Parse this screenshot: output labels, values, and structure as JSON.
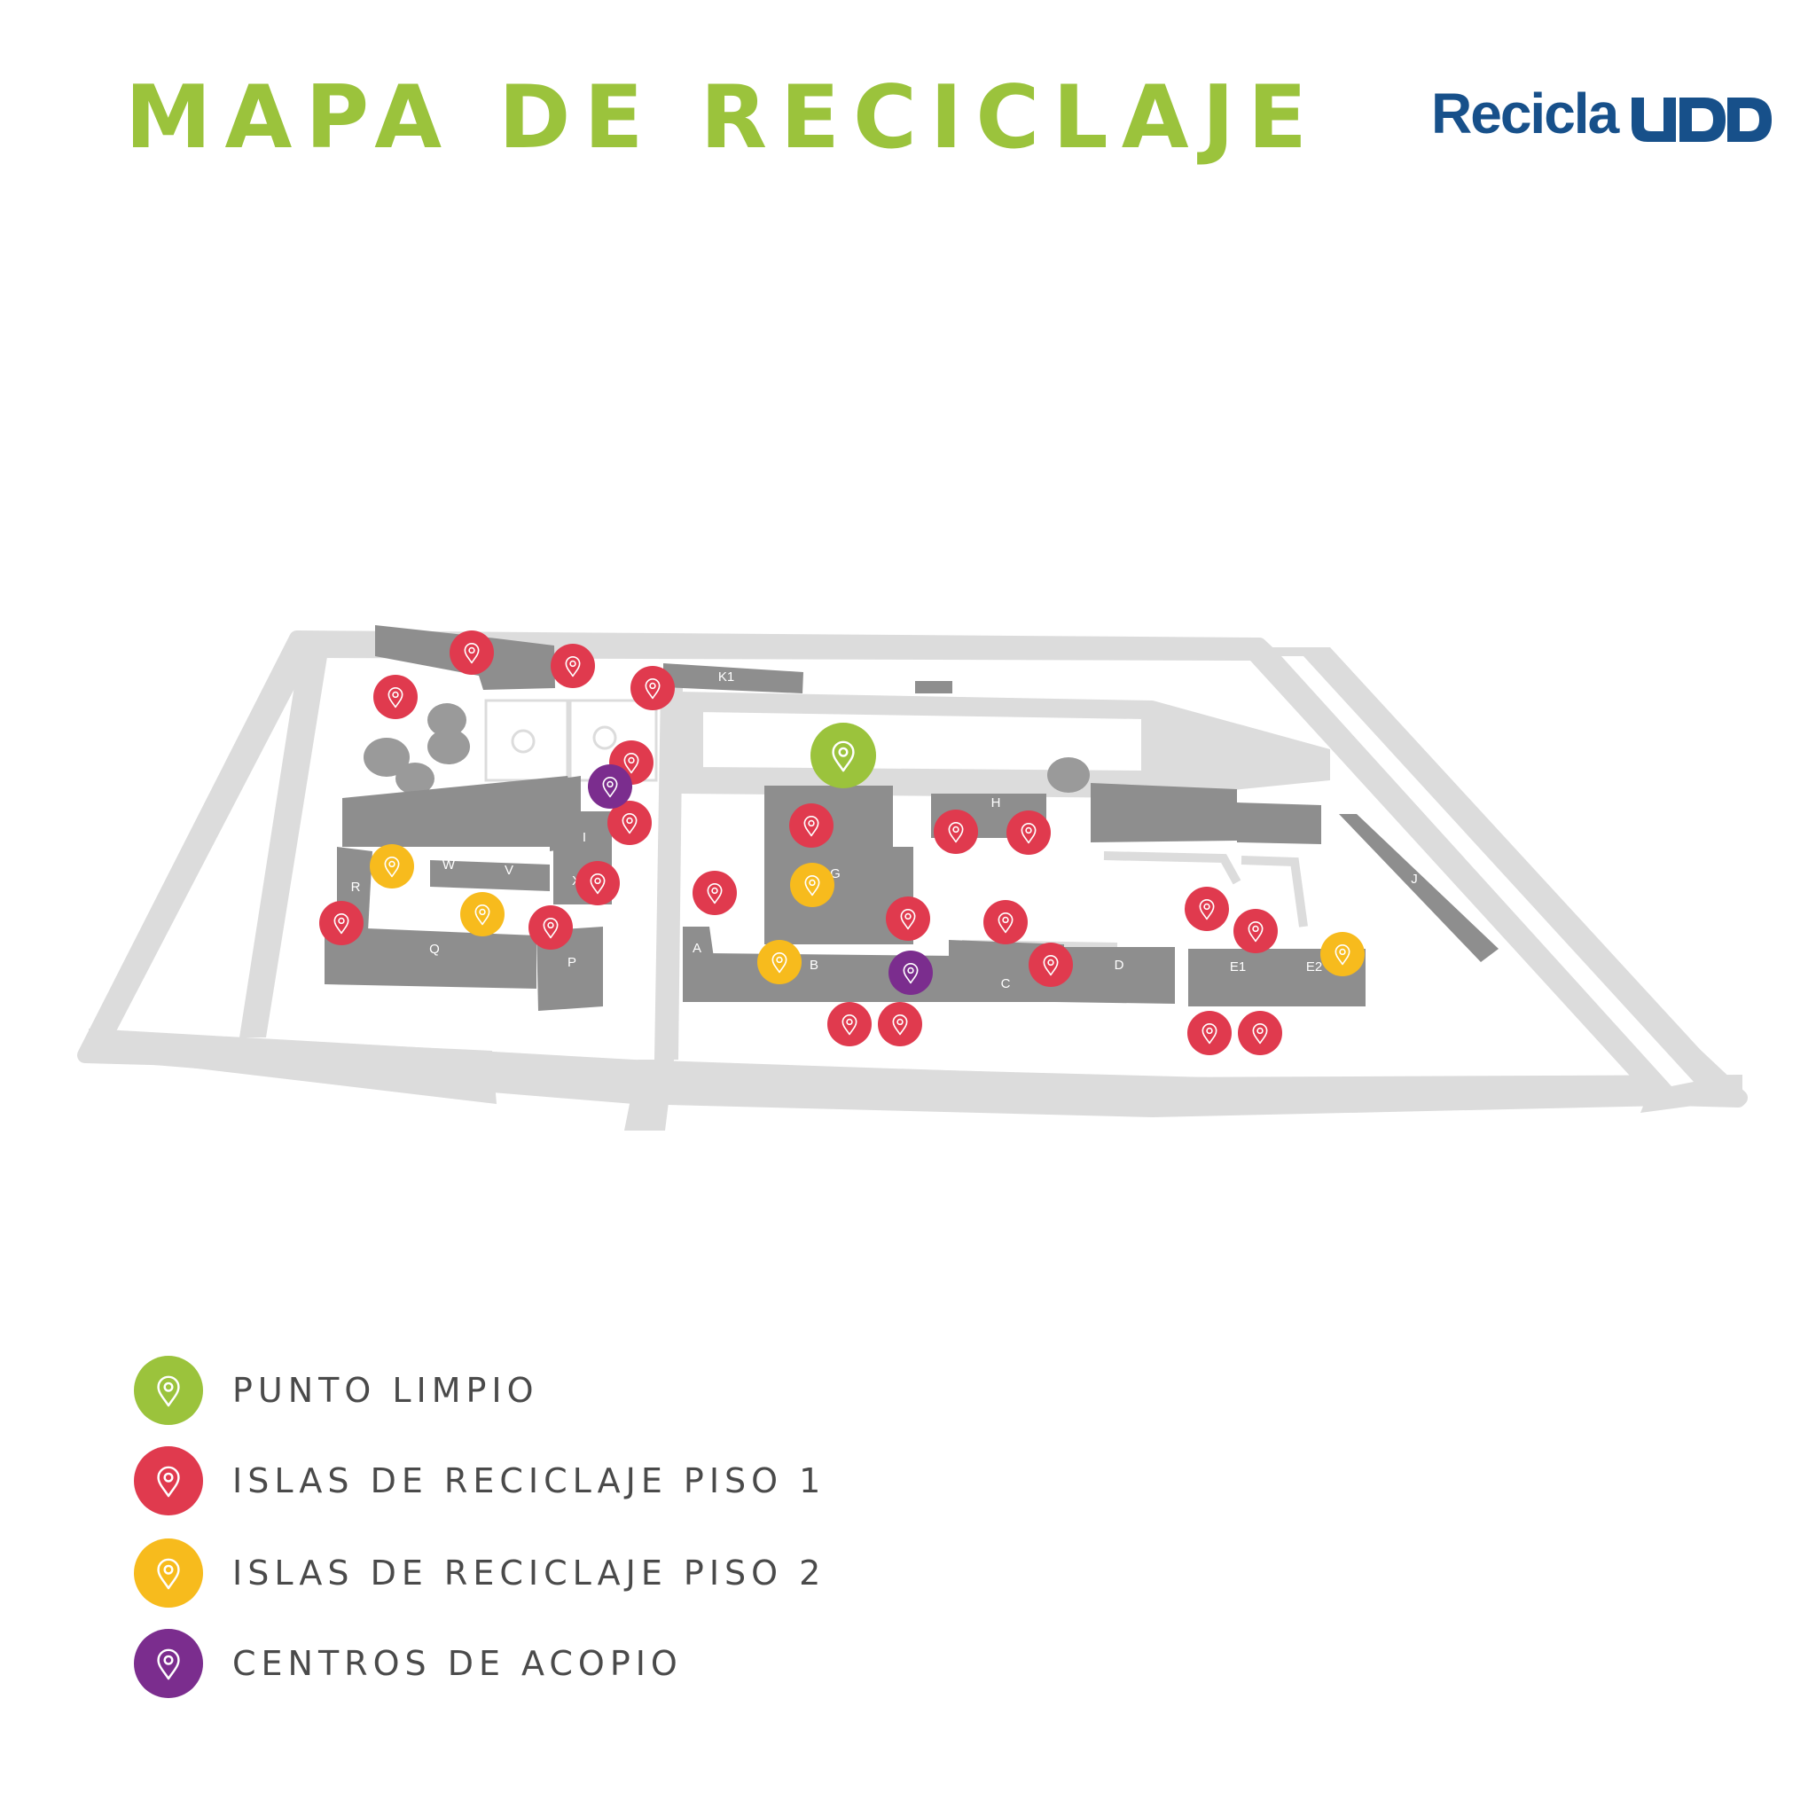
{
  "title": "MAPA DE RECICLAJE",
  "brand": {
    "text": "Recicla",
    "logo": "UDD"
  },
  "colors": {
    "title": "#9bc33c",
    "punto_limpio": "#9bc33c",
    "piso1": "#e03a4e",
    "piso2": "#f7bb1d",
    "acopio": "#7b2d8e",
    "building": "#8e8e8e",
    "path": "#dcdcdc",
    "brand": "#17508a"
  },
  "buildings": [
    "A",
    "B",
    "C",
    "D",
    "E1",
    "E2",
    "G",
    "H",
    "I",
    "J",
    "K1",
    "P",
    "Q",
    "R",
    "V",
    "W",
    "X"
  ],
  "legend": [
    {
      "type": "punto_limpio",
      "label": "PUNTO LIMPIO",
      "icon": "map-pin-icon"
    },
    {
      "type": "piso1",
      "label": "ISLAS DE RECICLAJE PISO 1",
      "icon": "map-pin-icon"
    },
    {
      "type": "piso2",
      "label": "ISLAS DE RECICLAJE PISO 2",
      "icon": "map-pin-icon"
    },
    {
      "type": "acopio",
      "label": "CENTROS DE ACOPIO",
      "icon": "map-pin-icon"
    }
  ]
}
